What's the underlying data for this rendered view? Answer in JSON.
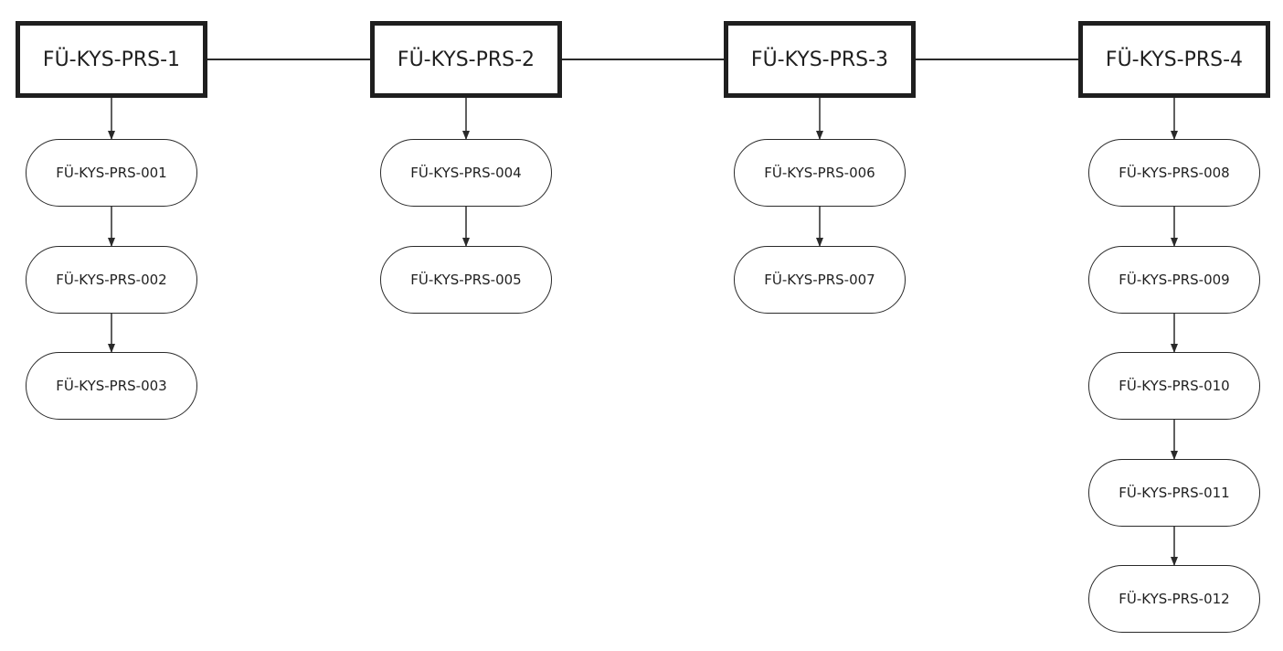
{
  "groups": [
    {
      "head": "FÜ-KYS-PRS-1",
      "items": [
        "FÜ-KYS-PRS-001",
        "FÜ-KYS-PRS-002",
        "FÜ-KYS-PRS-003"
      ]
    },
    {
      "head": "FÜ-KYS-PRS-2",
      "items": [
        "FÜ-KYS-PRS-004",
        "FÜ-KYS-PRS-005"
      ]
    },
    {
      "head": "FÜ-KYS-PRS-3",
      "items": [
        "FÜ-KYS-PRS-006",
        "FÜ-KYS-PRS-007"
      ]
    },
    {
      "head": "FÜ-KYS-PRS-4",
      "items": [
        "FÜ-KYS-PRS-008",
        "FÜ-KYS-PRS-009",
        "FÜ-KYS-PRS-010",
        "FÜ-KYS-PRS-011",
        "FÜ-KYS-PRS-012"
      ]
    }
  ],
  "colors": {
    "line": "#2a2a2a",
    "border": "#1f1f1f",
    "text": "#1f1f1f",
    "background": "#ffffff"
  }
}
